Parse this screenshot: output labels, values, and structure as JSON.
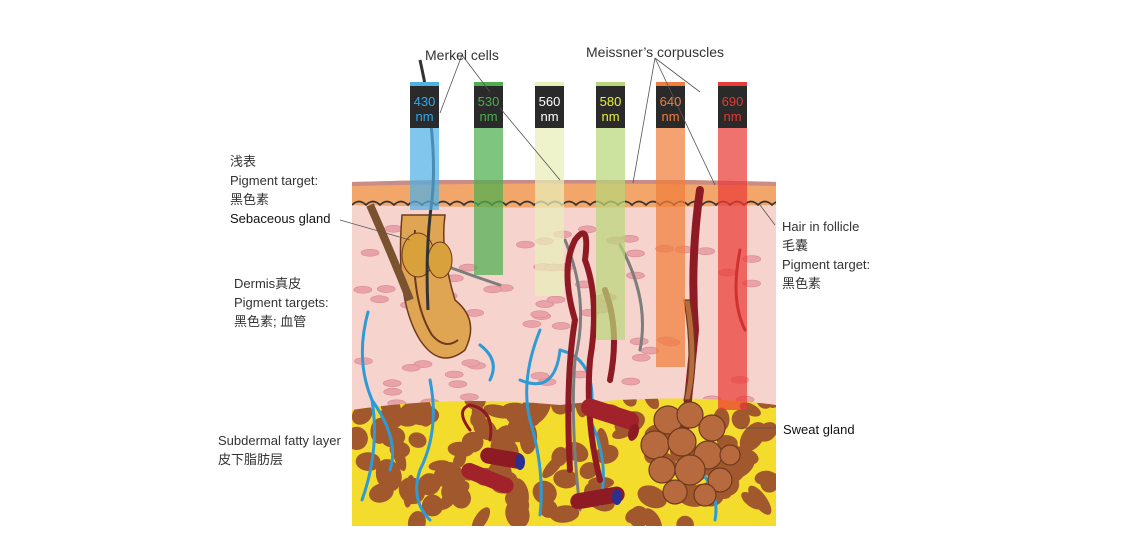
{
  "top_labels": {
    "merkel": "Merkel cells",
    "meissner": "Meissner’s corpuscles"
  },
  "left_labels": {
    "epidermis": [
      "浅表",
      "Pigment target:",
      "黑色素"
    ],
    "sebaceous": "Sebaceous gland",
    "dermis": [
      "Dermis真皮",
      "Pigment targets:",
      "黑色素; 血管"
    ],
    "subdermal": [
      "Subdermal fatty layer",
      "皮下脂肪层"
    ]
  },
  "right_labels": {
    "hair": [
      "Hair in follicle",
      "毛囊",
      "Pigment target:",
      "黑色素"
    ],
    "sweat": "Sweat gland"
  },
  "wavelengths": [
    {
      "value": "430",
      "unit": "nm",
      "color": "#4fb0e6",
      "text_color": "#2fa8ea"
    },
    {
      "value": "530",
      "unit": "nm",
      "color": "#4cae4f",
      "text_color": "#4caf50"
    },
    {
      "value": "560",
      "unit": "nm",
      "color": "#e8efb8",
      "text_color": "#ffffff"
    },
    {
      "value": "580",
      "unit": "nm",
      "color": "#b9d77a",
      "text_color": "#e9ef3a"
    },
    {
      "value": "640",
      "unit": "nm",
      "color": "#f07e3c",
      "text_color": "#f07e3c"
    },
    {
      "value": "690",
      "unit": "nm",
      "color": "#ea3b36",
      "text_color": "#e53935"
    }
  ],
  "colors": {
    "epidermis": "#f2a66a",
    "dermis": "#f6d3cd",
    "fat": "#f4dc2c",
    "fat_cells": "#a0582c",
    "nerve": "#2e9bd6",
    "vessel": "#8e1b23",
    "vein": "#2b2f8f",
    "sweat_gland": "#b86a3f"
  }
}
